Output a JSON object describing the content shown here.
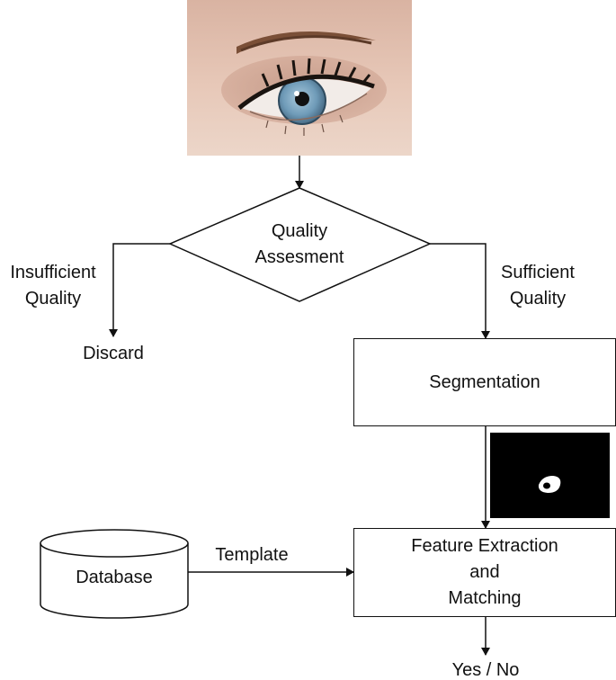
{
  "nodes": {
    "quality": {
      "line1": "Quality",
      "line2": "Assesment"
    },
    "segmentation": "Segmentation",
    "feature": {
      "line1": "Feature Extraction",
      "line2": "and",
      "line3": "Matching"
    },
    "database": "Database"
  },
  "edges": {
    "insufficient": {
      "line1": "Insufficient",
      "line2": "Quality"
    },
    "sufficient": {
      "line1": "Sufficient",
      "line2": "Quality"
    },
    "template": "Template"
  },
  "outcomes": {
    "discard": "Discard",
    "result": "Yes / No"
  },
  "images": {
    "eye": "eye-photo",
    "mask": "segmentation-mask"
  }
}
